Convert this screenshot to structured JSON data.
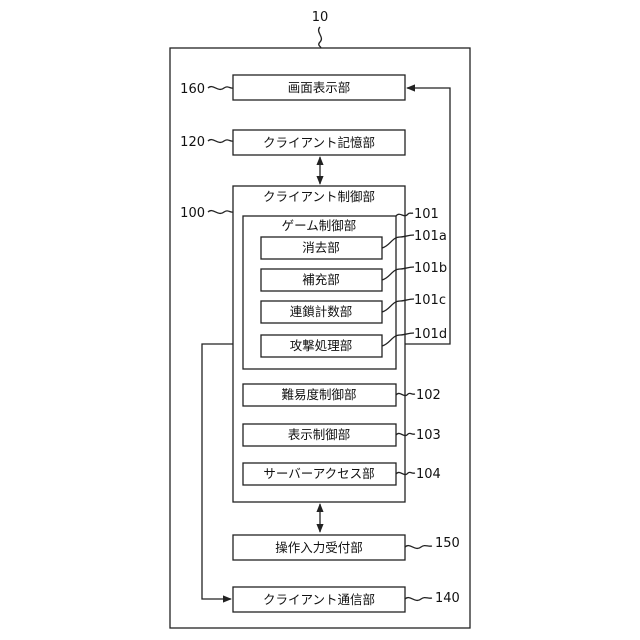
{
  "figure_ref": "10",
  "blocks": {
    "screen_display": {
      "ref": "160",
      "label": "画面表示部"
    },
    "client_storage": {
      "ref": "120",
      "label": "クライアント記憶部"
    },
    "client_control": {
      "ref": "100",
      "label": "クライアント制御部"
    },
    "game_control": {
      "ref": "101",
      "label": "ゲーム制御部"
    },
    "erase": {
      "ref": "101a",
      "label": "消去部"
    },
    "replenish": {
      "ref": "101b",
      "label": "補充部"
    },
    "chain_count": {
      "ref": "101c",
      "label": "連鎖計数部"
    },
    "attack_process": {
      "ref": "101d",
      "label": "攻撃処理部"
    },
    "difficulty_control": {
      "ref": "102",
      "label": "難易度制御部"
    },
    "display_control": {
      "ref": "103",
      "label": "表示制御部"
    },
    "server_access": {
      "ref": "104",
      "label": "サーバーアクセス部"
    },
    "input_accept": {
      "ref": "150",
      "label": "操作入力受付部"
    },
    "client_comm": {
      "ref": "140",
      "label": "クライアント通信部"
    }
  }
}
